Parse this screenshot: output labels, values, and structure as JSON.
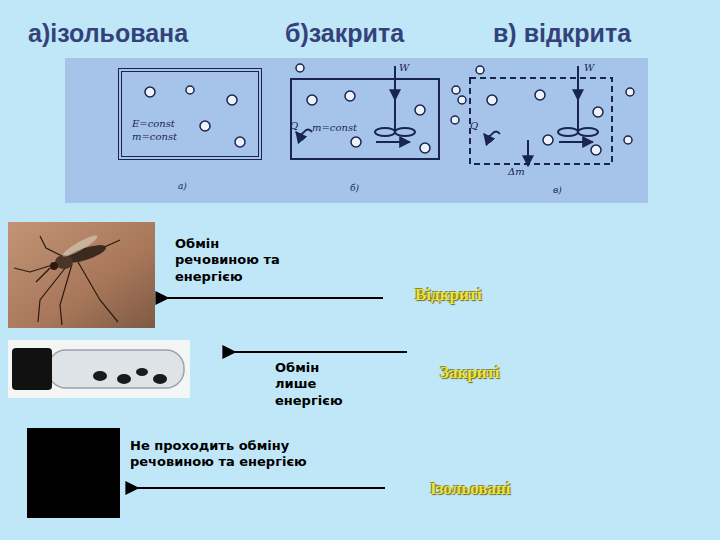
{
  "diagram": {
    "nodes": [
      {
        "text": [
          "E=const m=const"
        ]
      },
      {
        "text": [
          "m=const"
        ]
      }
    ],
    "labels": [
      "а)ізольована",
      "б)закрита",
      "в) відкрита",
      "W",
      "Q",
      "W",
      "Q",
      "Δm",
      "а)",
      "б)",
      "в)",
      "Обмін речовиною та енергією",
      "Відкриті",
      "Обмін лише енергією",
      "Закриті",
      "Не проходить обміну речовиною та енергією",
      "Ізольовані"
    ]
  }
}
